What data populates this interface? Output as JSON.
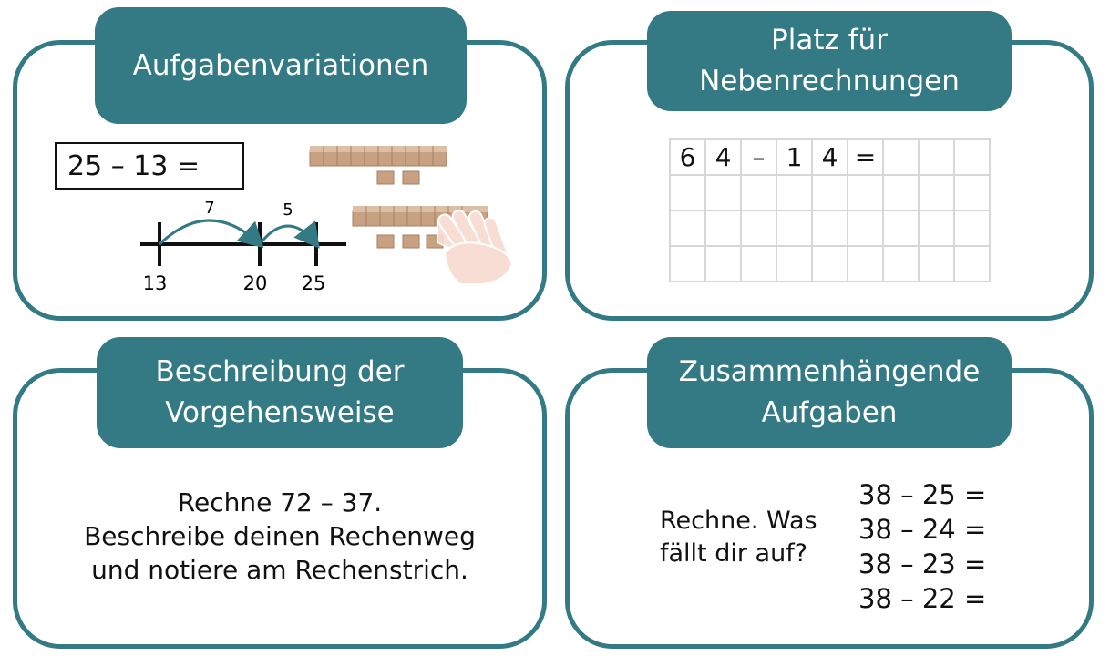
{
  "colors": {
    "accent": "#337a84",
    "cube": "#c7a181",
    "hand": "#f7ddd4"
  },
  "cards": {
    "top_left": {
      "title": "Aufgabenvariationen",
      "equation": "25 – 13 =",
      "number_line": {
        "ticks": [
          "13",
          "20",
          "25"
        ],
        "jumps": [
          "7",
          "5"
        ]
      }
    },
    "top_right": {
      "title": "Platz für\nNebenrechnungen",
      "grid_rows": [
        [
          "6",
          "4",
          "–",
          "1",
          "4",
          "=",
          "",
          "",
          ""
        ],
        [
          "",
          "",
          "",
          "",
          "",
          "",
          "",
          "",
          ""
        ],
        [
          "",
          "",
          "",
          "",
          "",
          "",
          "",
          "",
          ""
        ],
        [
          "",
          "",
          "",
          "",
          "",
          "",
          "",
          "",
          ""
        ]
      ]
    },
    "bottom_left": {
      "title": "Beschreibung der\nVorgehensweise",
      "text": "Rechne 72 – 37.\nBeschreibe deinen Rechenweg\nund notiere am Rechenstrich."
    },
    "bottom_right": {
      "title": "Zusammenhängende\nAufgaben",
      "prompt": "Rechne. Was\nfällt dir auf?",
      "equations": [
        "38 – 25 =",
        "38 – 24 =",
        "38 – 23 =",
        "38 – 22 ="
      ]
    }
  }
}
